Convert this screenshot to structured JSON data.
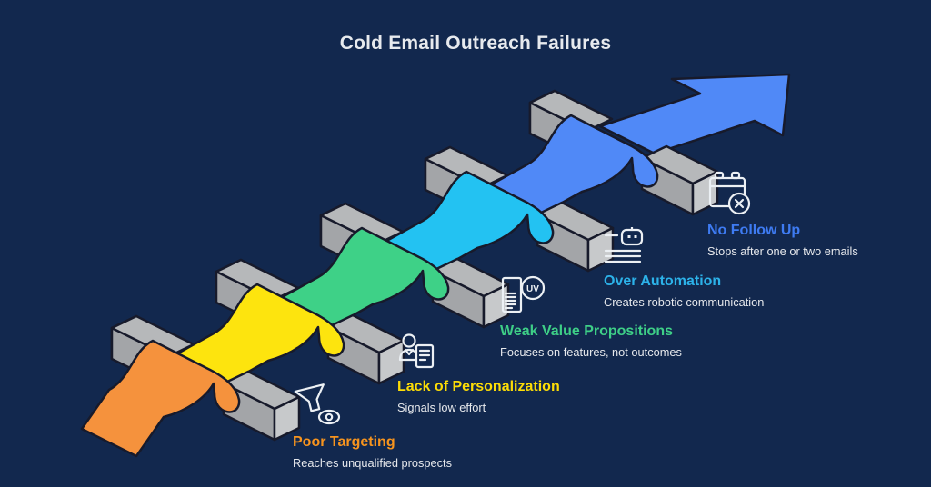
{
  "title": "Cold Email Outreach Failures",
  "theme": {
    "background": "#12284e",
    "outline": "#171a2b",
    "text_light": "#e6e8ec",
    "bar_top": "#b6b8ba",
    "bar_side": "#a3a5a8",
    "bar_cap_right": "#c7c9cb",
    "bar_cap_left": "#8e9093",
    "arrow": "#5089f7"
  },
  "stages": [
    {
      "label": "Poor Targeting",
      "description": "Reaches unqualified prospects",
      "label_color": "#f7941e",
      "ribbon_color": "#f5923d",
      "icon": "funnel-eye-icon"
    },
    {
      "label": "Lack of Personalization",
      "description": "Signals low effort",
      "label_color": "#fcdc06",
      "ribbon_color": "#fde40e",
      "icon": "person-document-icon"
    },
    {
      "label": "Weak Value Propositions",
      "description": "Focuses on features, not outcomes",
      "label_color": "#3ecf87",
      "ribbon_color": "#3ed187",
      "icon": "uv-document-icon",
      "icon_text": "UV"
    },
    {
      "label": "Over Automation",
      "description": "Creates robotic communication",
      "label_color": "#2cb2e9",
      "ribbon_color": "#23c2f2",
      "icon": "robot-checklist-icon"
    },
    {
      "label": "No Follow Up",
      "description": "Stops after one or two emails",
      "label_color": "#3e7bf2",
      "ribbon_color": "#5089f7",
      "icon": "calendar-x-icon"
    }
  ]
}
